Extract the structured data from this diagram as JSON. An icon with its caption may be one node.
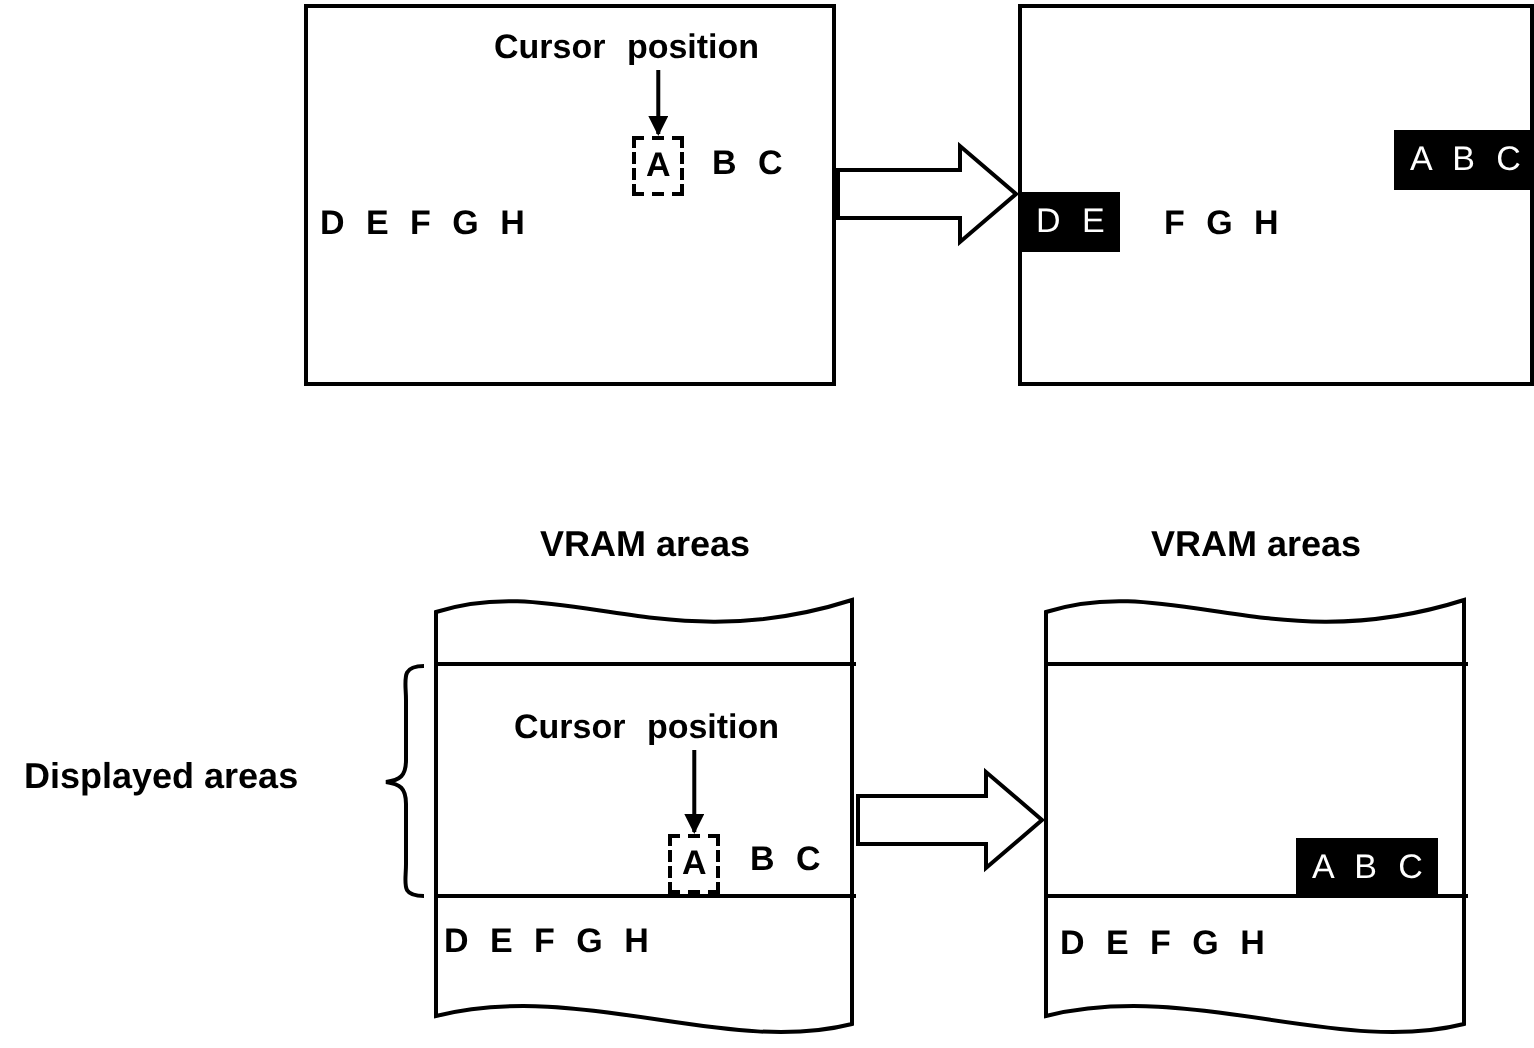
{
  "diagram": {
    "nodes": [
      {
        "text": [],
        "shape": "box"
      },
      {
        "text": [
          "Cursor position"
        ],
        "in": 0
      },
      {
        "text": [
          "A"
        ],
        "in": 0
      },
      {
        "text": [
          "B C"
        ],
        "in": 0
      },
      {
        "text": [
          "D E F G H"
        ],
        "in": 0
      },
      {
        "text": [],
        "shape": "box"
      },
      {
        "text": [
          "A B C"
        ],
        "in": 5
      },
      {
        "text": [
          "D E"
        ],
        "in": 5
      },
      {
        "text": [
          "F G H"
        ],
        "in": 5
      },
      {
        "text": [
          "VRAM areas"
        ]
      },
      {
        "text": [],
        "shape": "box",
        "in": 9
      },
      {
        "text": [
          "Cursor position"
        ],
        "in": 10
      },
      {
        "text": [
          "A"
        ],
        "in": 10
      },
      {
        "text": [
          "B C"
        ],
        "in": 10
      },
      {
        "text": [
          "D E F G H"
        ],
        "in": 9
      },
      {
        "text": [
          "VRAM areas"
        ]
      },
      {
        "text": [],
        "shape": "box",
        "in": 15
      },
      {
        "text": [
          "A B C"
        ],
        "in": 16
      },
      {
        "text": [
          "D E F G H"
        ],
        "in": 15
      }
    ],
    "edges": [
      {
        "from": 1,
        "to": 2,
        "arrow": "to"
      },
      {
        "from": 0,
        "to": 5,
        "arrow": "to",
        "style": "thick"
      },
      {
        "from": 11,
        "to": 12,
        "arrow": "to"
      },
      {
        "from": 9,
        "to": 15,
        "arrow": "to",
        "style": "thick"
      }
    ],
    "labels": [
      "Displayed areas"
    ]
  }
}
